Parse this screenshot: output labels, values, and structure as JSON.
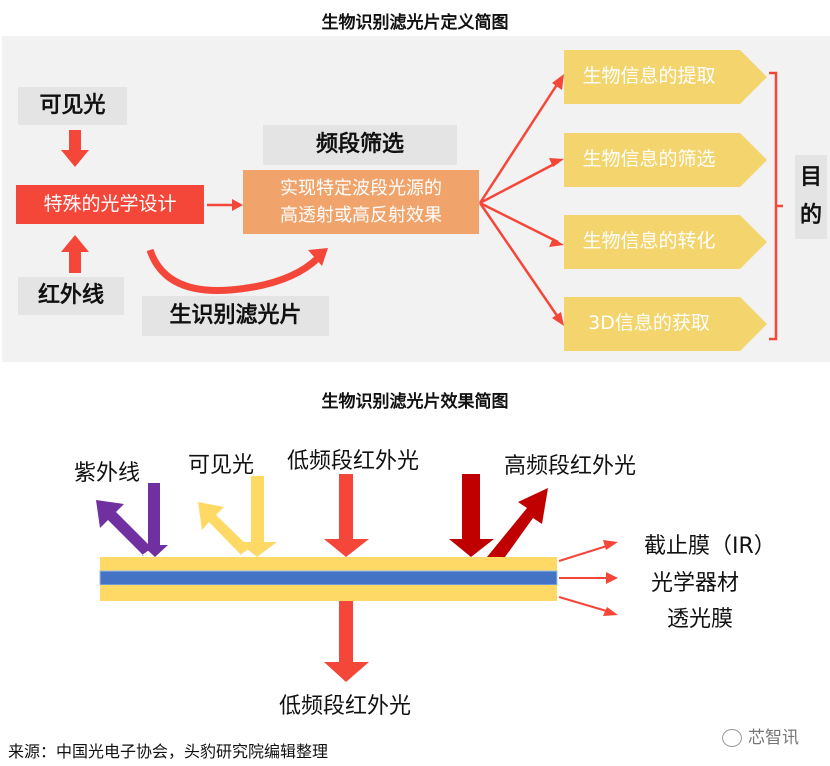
{
  "definition_diagram": {
    "title": "生物识别滤光片定义简图",
    "inputs": {
      "visible_light": "可见光",
      "infrared": "红外线"
    },
    "optical_design": "特殊的光学设计",
    "band_filter_label": "频段筛选",
    "effect_text": [
      "实现特定波段光源的",
      "高透射或高反射效果"
    ],
    "filter_label": "生识别滤光片",
    "purposes": [
      "生物信息的提取",
      "生物信息的筛选",
      "生物信息的转化",
      "3D信息的获取"
    ],
    "purpose_label": [
      "目",
      "的"
    ]
  },
  "effect_diagram": {
    "title": "生物识别滤光片效果简图",
    "incoming": {
      "uv": "紫外线",
      "visible": "可见光",
      "low_ir": "低频段红外光",
      "high_ir": "高频段红外光"
    },
    "transmitted": "低频段红外光",
    "layers": [
      "截止膜（IR）",
      "光学器材",
      "透光膜"
    ]
  },
  "footer": {
    "source": "来源：中国光电子协会，头豹研究院编辑整理",
    "watermark": "芯智讯"
  },
  "colors": {
    "red": "#f4473a",
    "orange": "#f0a46c",
    "yellow": "#f3d46d",
    "purple": "#7030a0",
    "dark_red": "#c00000",
    "blue": "#4472c4",
    "panel": "#f2f2f2"
  }
}
